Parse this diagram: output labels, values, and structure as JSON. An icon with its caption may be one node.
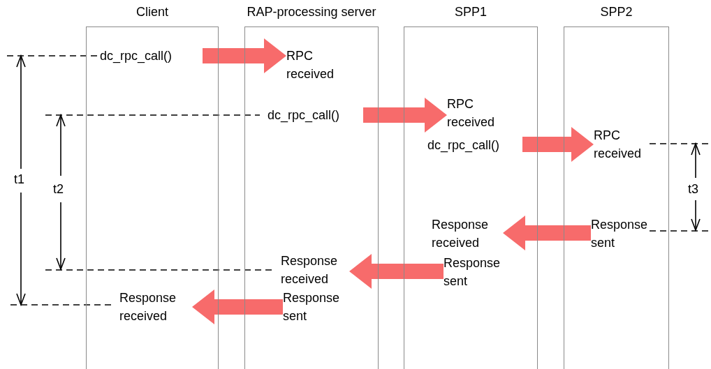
{
  "diagram": {
    "nodes": [
      {
        "text": [
          "Client"
        ]
      },
      {
        "text": [
          "RAP-processing server"
        ]
      },
      {
        "text": [
          "SPP1"
        ]
      },
      {
        "text": [
          "SPP2"
        ]
      },
      {
        "text": [
          "dc_rpc_call()"
        ],
        "in": 0
      },
      {
        "text": [
          "RPC received"
        ],
        "in": 1
      },
      {
        "text": [
          "dc_rpc_call()"
        ],
        "in": 1
      },
      {
        "text": [
          "RPC received"
        ],
        "in": 2
      },
      {
        "text": [
          "dc_rpc_call()"
        ],
        "in": 2
      },
      {
        "text": [
          "RPC received"
        ],
        "in": 3
      },
      {
        "text": [
          "Response received"
        ],
        "in": 2
      },
      {
        "text": [
          "Response sent"
        ],
        "in": 3
      },
      {
        "text": [
          "Response received"
        ],
        "in": 1
      },
      {
        "text": [
          "Response sent"
        ],
        "in": 2
      },
      {
        "text": [
          "Response received"
        ],
        "in": 0
      },
      {
        "text": [
          "Response sent"
        ],
        "in": 1
      }
    ],
    "edges": [
      {
        "from": 4,
        "to": 5,
        "arrow": "to",
        "style": "thick"
      },
      {
        "from": 6,
        "to": 7,
        "arrow": "to",
        "style": "thick"
      },
      {
        "from": 8,
        "to": 9,
        "arrow": "to",
        "style": "thick"
      },
      {
        "from": 11,
        "to": 10,
        "arrow": "to",
        "style": "thick"
      },
      {
        "from": 13,
        "to": 12,
        "arrow": "to",
        "style": "thick"
      },
      {
        "from": 15,
        "to": 14,
        "arrow": "to",
        "style": "thick"
      }
    ],
    "labels": [
      "t1",
      "t2",
      "t3"
    ]
  }
}
